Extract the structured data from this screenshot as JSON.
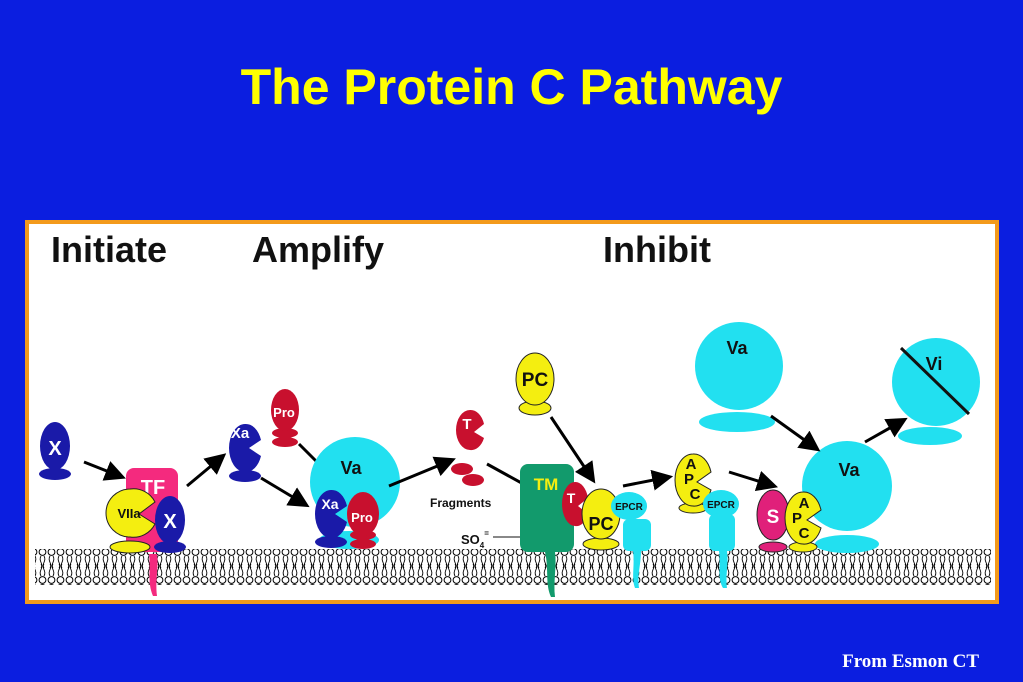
{
  "title": "The Protein C Pathway",
  "stages": {
    "initiate": "Initiate",
    "amplify": "Amplify",
    "inhibit": "Inhibit"
  },
  "labels": {
    "x": "X",
    "tf": "TF",
    "viia": "VIIa",
    "xa": "Xa",
    "pro": "Pro",
    "va": "Va",
    "vi": "Vi",
    "t": "T",
    "fragments": "Fragments",
    "so4_base": "SO",
    "so4_sub": "4",
    "so4_sup": "=",
    "tm": "TM",
    "pc": "PC",
    "epcr": "EPCR",
    "s": "S",
    "a": "A",
    "p": "P",
    "c": "C"
  },
  "credit": "From Esmon CT",
  "colors": {
    "background": "#0b1ee0",
    "title": "#ffff00",
    "panel_border": "#f39a1c",
    "blue": "#1a1aa8",
    "yellow": "#f4ee10",
    "crimson": "#c8102e",
    "cyan": "#22e0f0",
    "green": "#129a6c",
    "magenta": "#e0207a",
    "pink": "#f42a7e"
  }
}
